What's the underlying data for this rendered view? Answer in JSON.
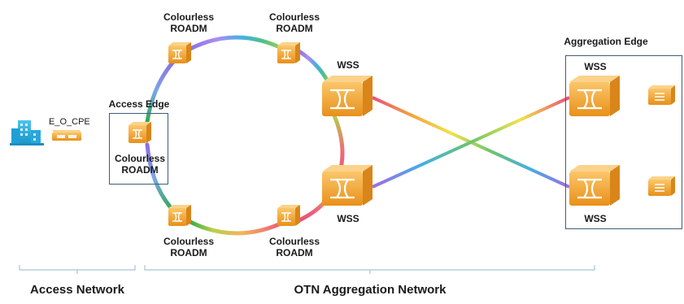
{
  "labels": {
    "roadm_top_left": [
      "Colourless",
      "ROADM"
    ],
    "roadm_top_right": [
      "Colourless",
      "ROADM"
    ],
    "roadm_bottom_left": [
      "Colourless",
      "ROADM"
    ],
    "roadm_bottom_right": [
      "Colourless",
      "ROADM"
    ],
    "roadm_access": [
      "Colourless",
      "ROADM"
    ],
    "access_edge": "Access Edge",
    "aggregation_edge": "Aggregation Edge",
    "cpe": "E_O_CPE",
    "wss_top_left": "WSS",
    "wss_bottom_left": "WSS",
    "wss_top_right": "WSS",
    "wss_bottom_right": "WSS",
    "access_network": "Access Network",
    "otn_network": "OTN Aggregation Network"
  },
  "colors": {
    "device_orange": "#f5a623",
    "device_dark": "#c97a12",
    "building_blue": "#29aee0",
    "box_border": "#3f5d78",
    "bracket": "#a8c4d8"
  },
  "icons": [
    "building-icon",
    "cpe-device-icon",
    "roadm-icon",
    "wss-icon",
    "transponder-icon"
  ]
}
